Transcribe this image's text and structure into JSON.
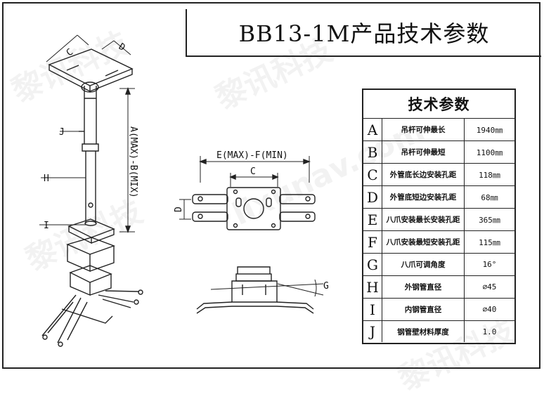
{
  "title": "BB13-1M产品技术参数",
  "watermark": {
    "text": "黎讯科技",
    "latin": "lixunav.com"
  },
  "diagram_labels": {
    "C": "C",
    "D": "D",
    "J": "J",
    "H": "H",
    "I": "I",
    "G": "G",
    "vertical_dim": "A(MAX)-B(MIX)",
    "horizontal_dim": "E(MAX)-F(MIN)"
  },
  "spec_table": {
    "header": "技术参数",
    "rows": [
      {
        "letter": "A",
        "label": "吊杆可伸最长",
        "value": "1940㎜"
      },
      {
        "letter": "B",
        "label": "吊杆可伸最短",
        "value": "1100㎜"
      },
      {
        "letter": "C",
        "label": "外管底长边安装孔距",
        "value": "118㎜"
      },
      {
        "letter": "D",
        "label": "外管底短边安装孔距",
        "value": "68㎜"
      },
      {
        "letter": "E",
        "label": "八爪安装最长安装孔距",
        "value": "365㎜"
      },
      {
        "letter": "F",
        "label": "八爪安装最短安装孔距",
        "value": "115㎜"
      },
      {
        "letter": "G",
        "label": "八爪可调角度",
        "value": "16°"
      },
      {
        "letter": "H",
        "label": "外钢管直径",
        "value": "⌀45"
      },
      {
        "letter": "I",
        "label": "内钢管直径",
        "value": "⌀40"
      },
      {
        "letter": "J",
        "label": "钢管壁材料厚度",
        "value": "1.0"
      }
    ]
  },
  "colors": {
    "line": "#222222",
    "background": "#ffffff"
  }
}
